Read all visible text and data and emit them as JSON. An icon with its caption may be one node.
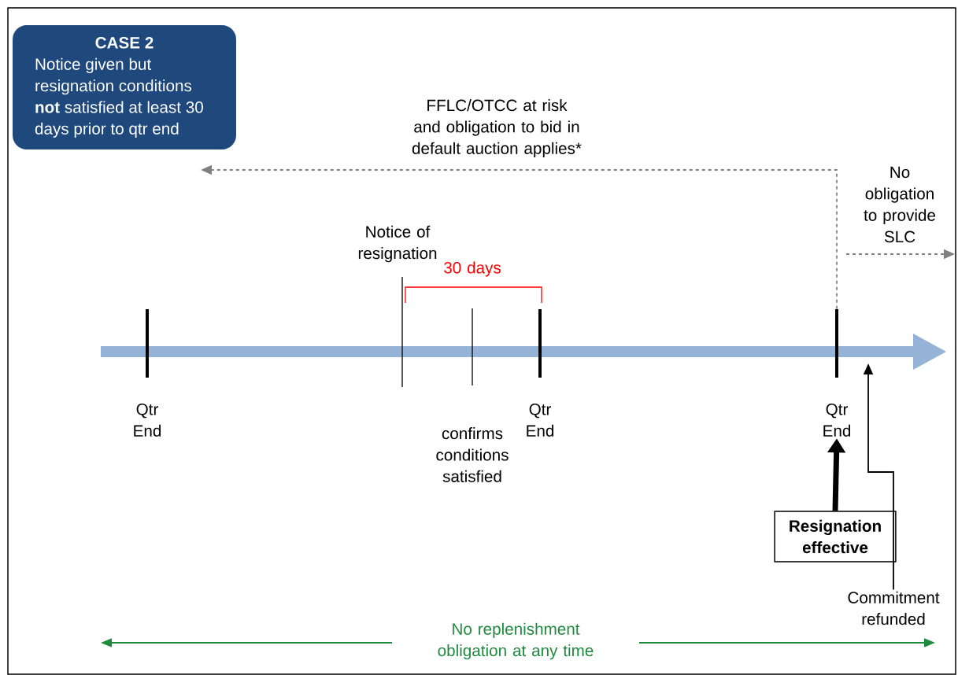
{
  "diagram": {
    "nodes": [
      {
        "text": [
          "CASE 2",
          "Notice given but resignation conditions **not** satisfied at least 30 days prior to qtr end"
        ]
      },
      {
        "text": [
          "Qtr End"
        ]
      },
      {
        "text": [],
        "shape": "bar"
      },
      {
        "text": [
          "Resignation effective"
        ]
      },
      {
        "text": [
          "Commitment refunded"
        ]
      }
    ],
    "edges": [
      {
        "from": 3,
        "to": 1,
        "arrow": "to",
        "style": "thick"
      },
      {
        "from": 4,
        "to": null,
        "arrow": "to"
      },
      {
        "from": 2,
        "to": null,
        "arrow": "to",
        "style": "dashed",
        "color": "#808080"
      }
    ],
    "labels": [
      "FFLC/OTCC at risk and obligation to bid in default auction applies*",
      "No obligation to provide SLC",
      "Notice of resignation",
      "30 days",
      "Qtr End",
      "Qtr End",
      "confirms conditions satisfied",
      "No replenishment obligation at any time"
    ]
  }
}
